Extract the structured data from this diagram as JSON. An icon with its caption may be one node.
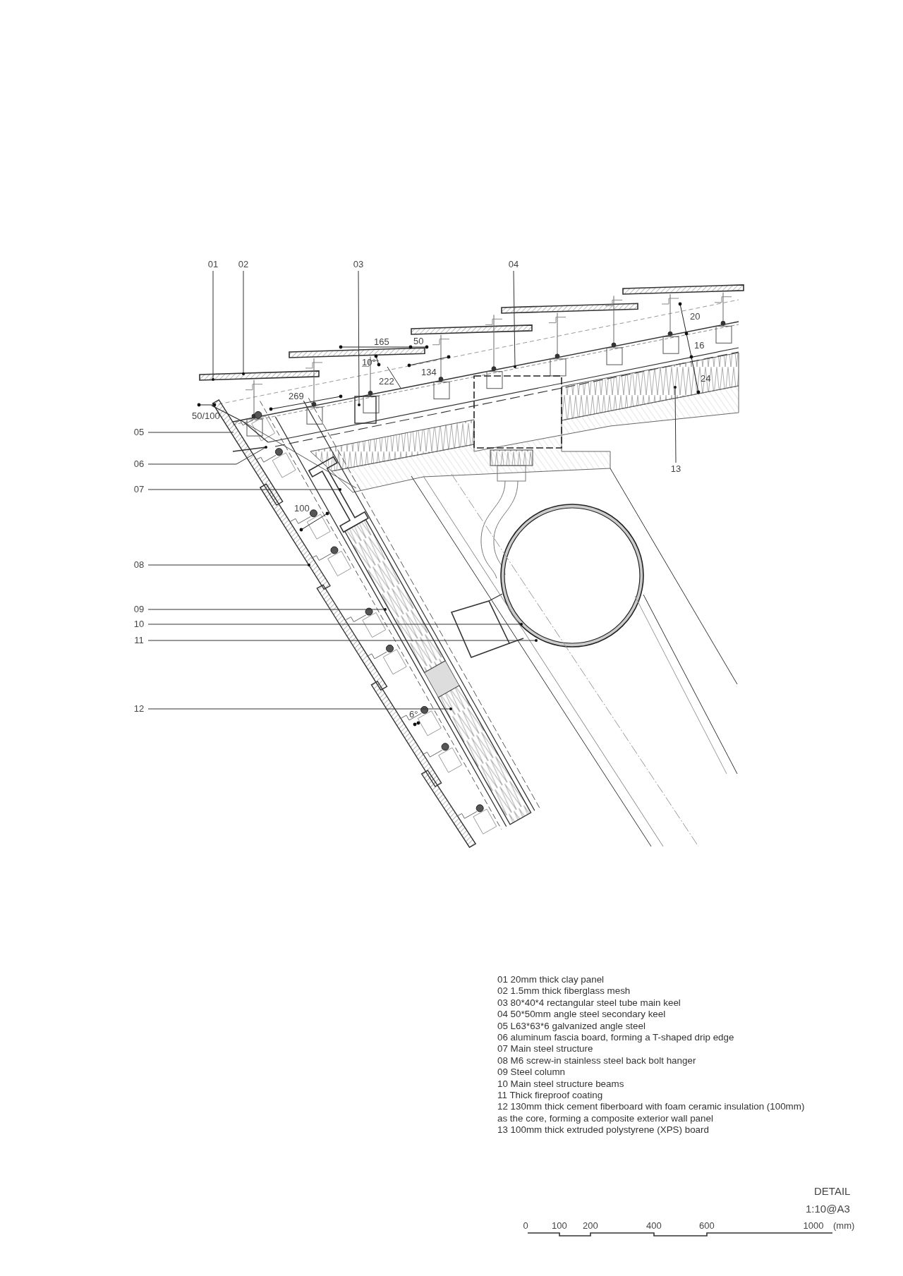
{
  "diagram": {
    "nodes": [
      {
        "text": [
          "01"
        ]
      },
      {
        "text": [
          "02"
        ]
      },
      {
        "text": [
          "03"
        ]
      },
      {
        "text": [
          "04"
        ]
      },
      {
        "text": [
          "05"
        ]
      },
      {
        "text": [
          "06"
        ]
      },
      {
        "text": [
          "07"
        ]
      },
      {
        "text": [
          "08"
        ]
      },
      {
        "text": [
          "09"
        ]
      },
      {
        "text": [
          "10"
        ]
      },
      {
        "text": [
          "11"
        ]
      },
      {
        "text": [
          "12"
        ]
      },
      {
        "text": [
          "13"
        ]
      }
    ],
    "edges": [
      {
        "from": 0,
        "to": null,
        "arrow": "other"
      },
      {
        "from": 1,
        "to": null,
        "arrow": "other"
      },
      {
        "from": 2,
        "to": null,
        "arrow": "other"
      },
      {
        "from": 3,
        "to": null,
        "arrow": "other"
      },
      {
        "from": 4,
        "to": null,
        "arrow": "none"
      },
      {
        "from": 5,
        "to": null,
        "arrow": "other"
      },
      {
        "from": 6,
        "to": null,
        "arrow": "other"
      },
      {
        "from": 7,
        "to": null,
        "arrow": "other"
      },
      {
        "from": 8,
        "to": null,
        "arrow": "other"
      },
      {
        "from": 9,
        "to": null,
        "arrow": "other"
      },
      {
        "from": 10,
        "to": null,
        "arrow": "other"
      },
      {
        "from": 11,
        "to": null,
        "arrow": "other"
      },
      {
        "from": 12,
        "to": null,
        "arrow": "other"
      }
    ],
    "labels": [
      "165",
      "50",
      "10°",
      "222",
      "134",
      "269",
      "50/100",
      "20",
      "16",
      "24",
      "100",
      "6°",
      "01 20mm thick clay panel",
      "02 1.5mm thick fiberglass mesh",
      "03 80*40*4 rectangular steel tube main keel",
      "04 50*50mm angle steel secondary keel",
      "05 L63*63*6 galvanized angle steel",
      "06 aluminum fascia board, forming a T-shaped drip edge",
      "07 Main steel structure",
      "08 M6 screw-in stainless steel back bolt hanger",
      "09 Steel column",
      "10 Main steel structure beams",
      "11 Thick fireproof coating",
      "12 130mm thick cement fiberboard with foam ceramic insulation (100mm) as the core, forming a composite exterior wall panel",
      "13 100mm thick extruded polystyrene (XPS) board",
      "DETAIL",
      "1:10@A3",
      "0",
      "100",
      "200",
      "400",
      "600",
      "1000",
      "(mm)"
    ]
  }
}
